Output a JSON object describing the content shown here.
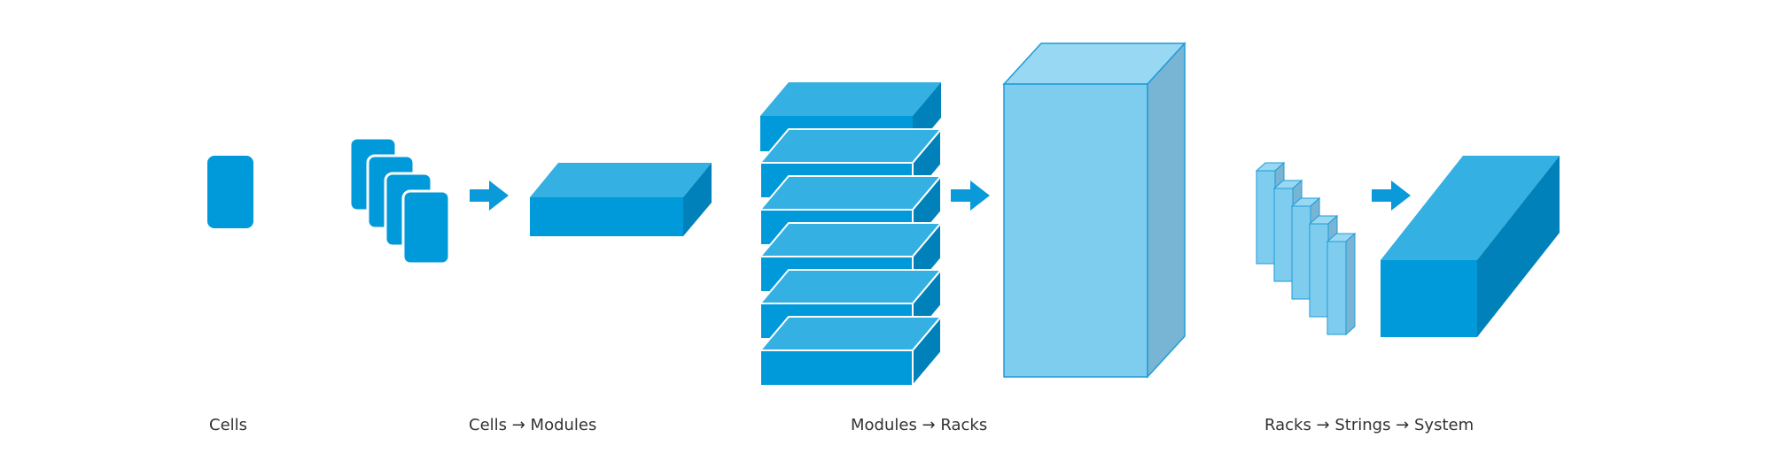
{
  "colors": {
    "block_front": "#009ADA",
    "block_top": "#34B0E2",
    "block_side": "#0081BA",
    "rack_front": "#7FCDEE",
    "rack_top": "#98D8F2",
    "rack_side": "#78B5D4",
    "rack_stroke": "#1F9BD6",
    "arrow": "#0A9AD9"
  },
  "stages": [
    {
      "caption": "Cells"
    },
    {
      "caption": "Cells → Modules"
    },
    {
      "caption": "Modules → Racks"
    },
    {
      "caption": "Racks → Strings → System"
    }
  ]
}
